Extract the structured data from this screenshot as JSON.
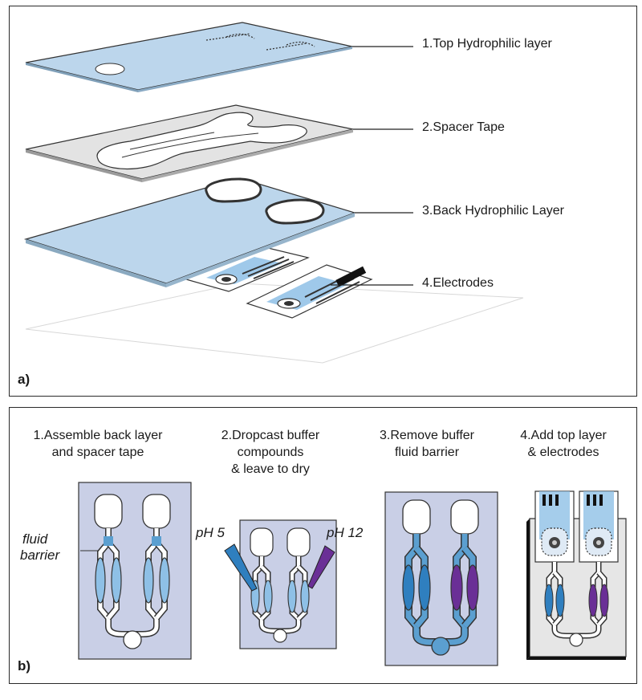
{
  "panel_a": {
    "label": "a)",
    "layers": [
      {
        "label": "1.Top Hydrophilic layer"
      },
      {
        "label": "2.Spacer Tape"
      },
      {
        "label": "3.Back Hydrophilic Layer"
      },
      {
        "label": "4.Electrodes"
      }
    ]
  },
  "panel_b": {
    "label": "b)",
    "steps": [
      {
        "line1": "1.Assemble back layer",
        "line2": "and spacer tape",
        "line3": ""
      },
      {
        "line1": "2.Dropcast buffer",
        "line2": "compounds",
        "line3": "& leave to dry"
      },
      {
        "line1": "3.Remove buffer",
        "line2": "fluid barrier",
        "line3": ""
      },
      {
        "line1": "4.Add top layer",
        "line2": "& electrodes",
        "line3": ""
      }
    ],
    "annotations": {
      "fluid_line1": "fluid",
      "fluid_line2": "barrier",
      "ph_low": "pH 5",
      "ph_high": "pH 12"
    }
  },
  "colors": {
    "hydrophilic_blue": "#bcd6ec",
    "spacer_gray": "#e3e3e3",
    "panel_bg": "#c9cfe6",
    "buffer_blue": "#2f7fbf",
    "buffer_purple": "#6a2f96",
    "channel_blue": "#5b9fd0"
  }
}
